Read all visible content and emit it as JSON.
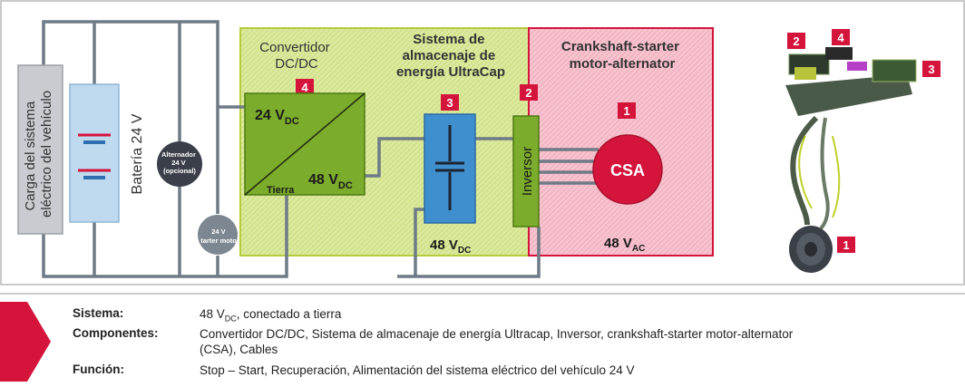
{
  "load": {
    "line1": "Carga del sistema",
    "line2": "eléctrico del vehículo"
  },
  "battery": {
    "label": "Batería 24 V"
  },
  "alternator": {
    "line1": "Alternador",
    "line2": "24 V",
    "line3": "(opcional)"
  },
  "starter": {
    "line1": "24 V",
    "line2": "tarter moto"
  },
  "converter": {
    "title1": "Convertidor",
    "title2": "DC/DC",
    "badge": "4",
    "in_v": "24 V",
    "in_sub": "DC",
    "out_v": "48 V",
    "out_sub": "DC",
    "ground": "Tierra"
  },
  "storage": {
    "title1": "Sistema de",
    "title2": "almacenaje de",
    "title3": "energía UltraCap",
    "badge": "3",
    "v": "48 V",
    "sub": "DC"
  },
  "inverter": {
    "label": "Inversor",
    "badge": "2"
  },
  "csa": {
    "title1": "Crankshaft-starter",
    "title2": "motor-alternator",
    "badge": "1",
    "label": "CSA",
    "v": "48 V",
    "sub": "AC"
  },
  "photo_badges": [
    "2",
    "4",
    "3",
    "1"
  ],
  "colors": {
    "badge": "#d5143c",
    "green_zone": "#d6e58a",
    "pink_zone": "#f4b6c4",
    "converter": "#7cac2c",
    "ultracap": "#3f8fcf",
    "csa": "#d5143c"
  },
  "info": {
    "sistema_key": "Sistema:",
    "sistema_v": "48 V",
    "sistema_sub": "DC",
    "sistema_rest": ", conectado a tierra",
    "comp_key": "Componentes:",
    "comp_line1": "Convertidor DC/DC, Sistema de almacenaje de energía Ultracap, Inversor, crankshaft-starter motor-alternator",
    "comp_line2": "(CSA), Cables",
    "func_key": "Función:",
    "func_val": "Stop – Start, Recuperación, Alimentación del sistema eléctrico del vehículo 24 V"
  }
}
